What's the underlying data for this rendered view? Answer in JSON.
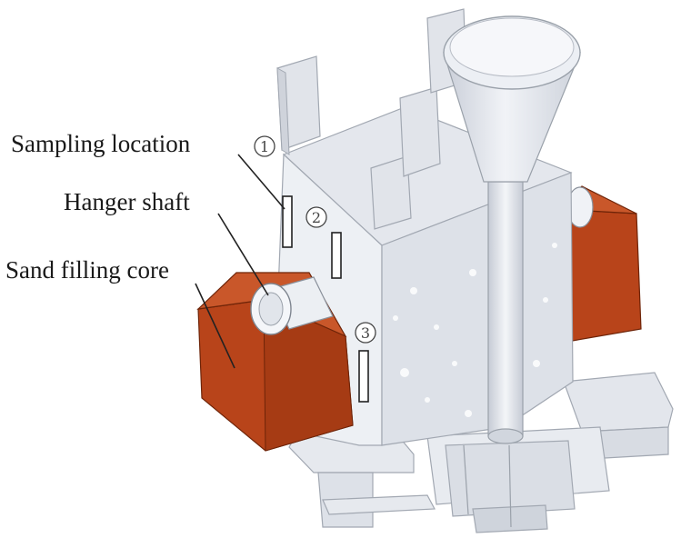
{
  "labels": {
    "sampling_location": "Sampling location",
    "hanger_shaft": "Hanger shaft",
    "sand_filling_core": "Sand filling core"
  },
  "markers": [
    "1",
    "2",
    "3"
  ],
  "colors": {
    "casting_body": "#e9ecf1",
    "casting_shade": "#d6dae2",
    "sand_core": "#b8441a",
    "sand_core_shade": "#8e3210",
    "background": "#ffffff"
  }
}
